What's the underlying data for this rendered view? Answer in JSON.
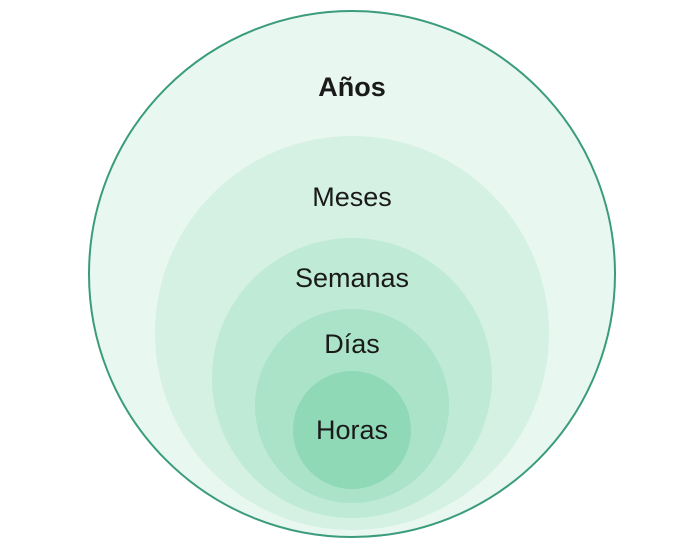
{
  "diagram": {
    "colors": {
      "outer_fill": "#e8f7f0",
      "outer_stroke": "#3a9c7c",
      "ring2_fill": "#d4f1e4",
      "ring3_fill": "#bfead6",
      "ring4_fill": "#aae3c8",
      "ring5_fill": "#8fd9b6",
      "text": "#1a1a1a"
    },
    "levels": [
      {
        "key": "years",
        "label": "Años"
      },
      {
        "key": "months",
        "label": "Meses"
      },
      {
        "key": "weeks",
        "label": "Semanas"
      },
      {
        "key": "days",
        "label": "Días"
      },
      {
        "key": "hours",
        "label": "Horas"
      }
    ]
  }
}
